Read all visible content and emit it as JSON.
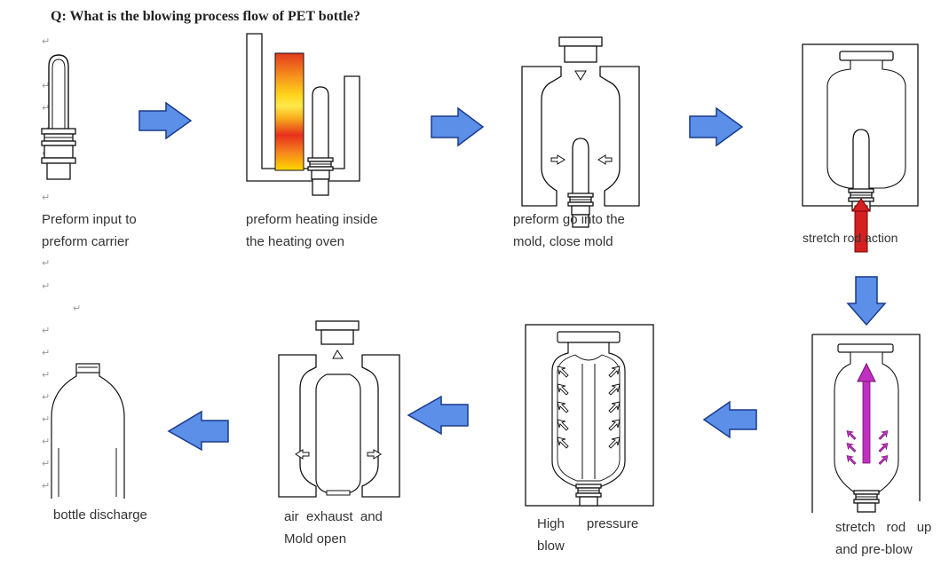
{
  "page": {
    "title": "Q: What is the blowing process flow of PET bottle?",
    "paragraph_mark": "↵"
  },
  "steps": [
    {
      "line1": "Preform input to",
      "line2": "preform carrier"
    },
    {
      "line1": "preform heating inside",
      "line2": "the heating oven"
    },
    {
      "line1": "preform go into the",
      "line2": "mold, close mold"
    },
    {
      "line1": "stretch rod action",
      "line2": ""
    },
    {
      "line1": "stretch   rod   up",
      "line2": "and pre-blow"
    },
    {
      "line1": "High      pressure",
      "line2": "blow"
    },
    {
      "line1": "air  exhaust  and",
      "line2": "Mold open"
    },
    {
      "line1": "bottle discharge",
      "line2": ""
    }
  ],
  "colors": {
    "flow_arrow": "#5b8fe8",
    "heat_top": "#e8301c",
    "heat_mid": "#ffd700",
    "stretch_rod": "#d42020",
    "preblow": "#c030c0"
  }
}
